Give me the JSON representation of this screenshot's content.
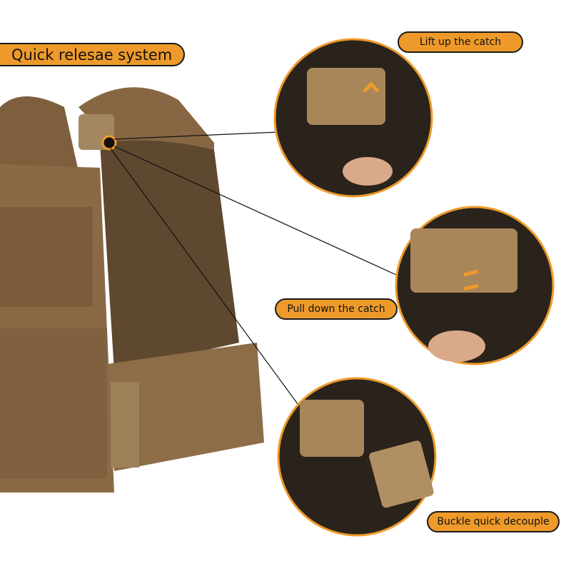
{
  "title": "Quick relesae system",
  "steps": [
    {
      "label": "Lift up the catch"
    },
    {
      "label": "Pull down the catch"
    },
    {
      "label": "Buckle quick decouple"
    }
  ],
  "colors": {
    "accent": "#ee9a2a",
    "coyote": "#8a6a45",
    "dark": "#2b241c"
  }
}
